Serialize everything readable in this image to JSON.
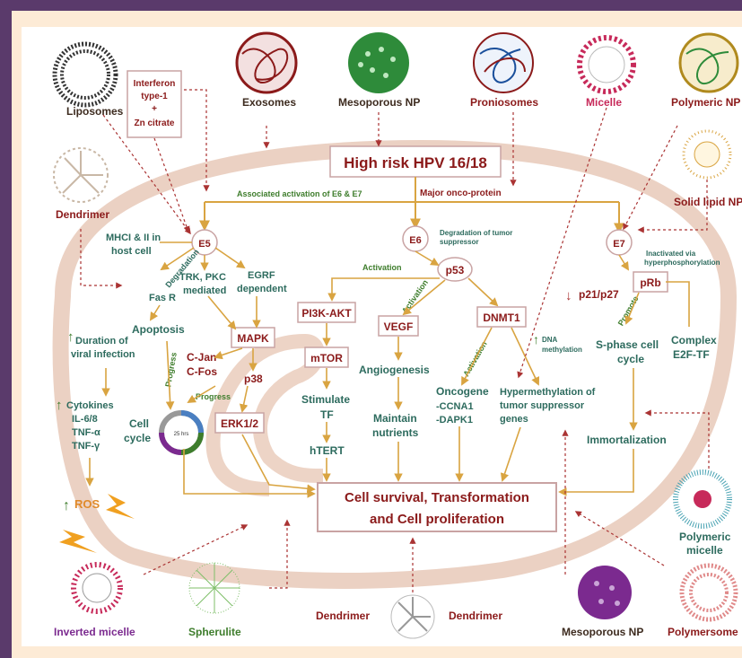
{
  "nanocarriers": {
    "liposomes": "Liposomes",
    "exosomes": "Exosomes",
    "mesoporous_top": "Mesoporous NP",
    "proniosomes": "Proniosomes",
    "micelle": "Micelle",
    "polymeric_np": "Polymeric NP",
    "solid_lipid": "Solid lipid NP",
    "dendrimer_left": "Dendrimer",
    "polymeric_micelle_1": "Polymeric",
    "polymeric_micelle_2": "micelle",
    "inverted_micelle": "Inverted micelle",
    "spherulite": "Spherulite",
    "dendrimer_bottom_left": "Dendrimer",
    "dendrimer_bottom_right": "Dendrimer",
    "mesoporous_bottom": "Mesoporous NP",
    "polymersome": "Polymersome"
  },
  "interferon": {
    "line1": "Interferon",
    "line2": "type-1",
    "line3": "+",
    "line4": "Zn citrate"
  },
  "hpv_title": "High risk HPV 16/18",
  "assoc_activation": "Associated activation of E6 & E7",
  "major_onco": "Major onco-protein",
  "e5": "E5",
  "e6": "E6",
  "e7": "E7",
  "mhc": {
    "line1": "MHCI & II in",
    "line2": "host cell"
  },
  "degradation_e5": "Degradation",
  "fas_r": "Fas R",
  "trk": {
    "line1": "TRK, PKC",
    "line2": "mediated"
  },
  "egrf": {
    "line1": "EGRF",
    "line2": "dependent"
  },
  "apoptosis": "Apoptosis",
  "mapk": "MAPK",
  "cjan": "C-Jan",
  "cfos": "C-Fos",
  "p38": "p38",
  "erk": "ERK1/2",
  "progress1": "Progress",
  "progress2": "Progress",
  "cell_cycle": {
    "line1": "Cell",
    "line2": "cycle"
  },
  "cycle_center": "25 hrs",
  "duration": {
    "line1": "Duration of",
    "line2": "viral infection"
  },
  "cytokines": {
    "line1": "Cytokines",
    "line2": "IL-6/8",
    "line3": "TNF-α",
    "line4": "TNF-γ"
  },
  "ros": "ROS",
  "degradation_tumor": {
    "line1": "Degradation of tumor",
    "line2": "suppressor"
  },
  "p53": "p53",
  "activation1": "Activation",
  "activation2": "Activation",
  "activation3": "Activation",
  "pi3k": "PI3K-AKT",
  "mtor": "mTOR",
  "stimulate": {
    "line1": "Stimulate",
    "line2": "TF"
  },
  "htert": "hTERT",
  "vegf": "VEGF",
  "angiogenesis": "Angiogenesis",
  "maintain": {
    "line1": "Maintain",
    "line2": "nutrients"
  },
  "dnmt1": "DNMT1",
  "dna_meth": {
    "line1": "DNA",
    "line2": "methylation"
  },
  "oncogene": {
    "line1": "Oncogene",
    "line2": "-CCNA1",
    "line3": "-DAPK1"
  },
  "hypermeth": {
    "line1": "Hypermethylation of",
    "line2": "tumor suppressor",
    "line3": "genes"
  },
  "inactivated": {
    "line1": "Inactivated via",
    "line2": "hyperphosphorylation"
  },
  "prb": "pRb",
  "p21": "p21/p27",
  "promote": "Promote",
  "sphase": {
    "line1": "S-phase cell",
    "line2": "cycle"
  },
  "complex": {
    "line1": "Complex",
    "line2": "E2F-TF"
  },
  "immortalization": "Immortalization",
  "outcome": {
    "line1": "Cell survival, Transformation",
    "line2": "and Cell proliferation"
  },
  "colors": {
    "maroon": "#8b1a1a",
    "green": "#3e7d2c",
    "teal": "#2d6b5e",
    "arrow": "#d9a441",
    "membrane": "#e8c9b8"
  }
}
